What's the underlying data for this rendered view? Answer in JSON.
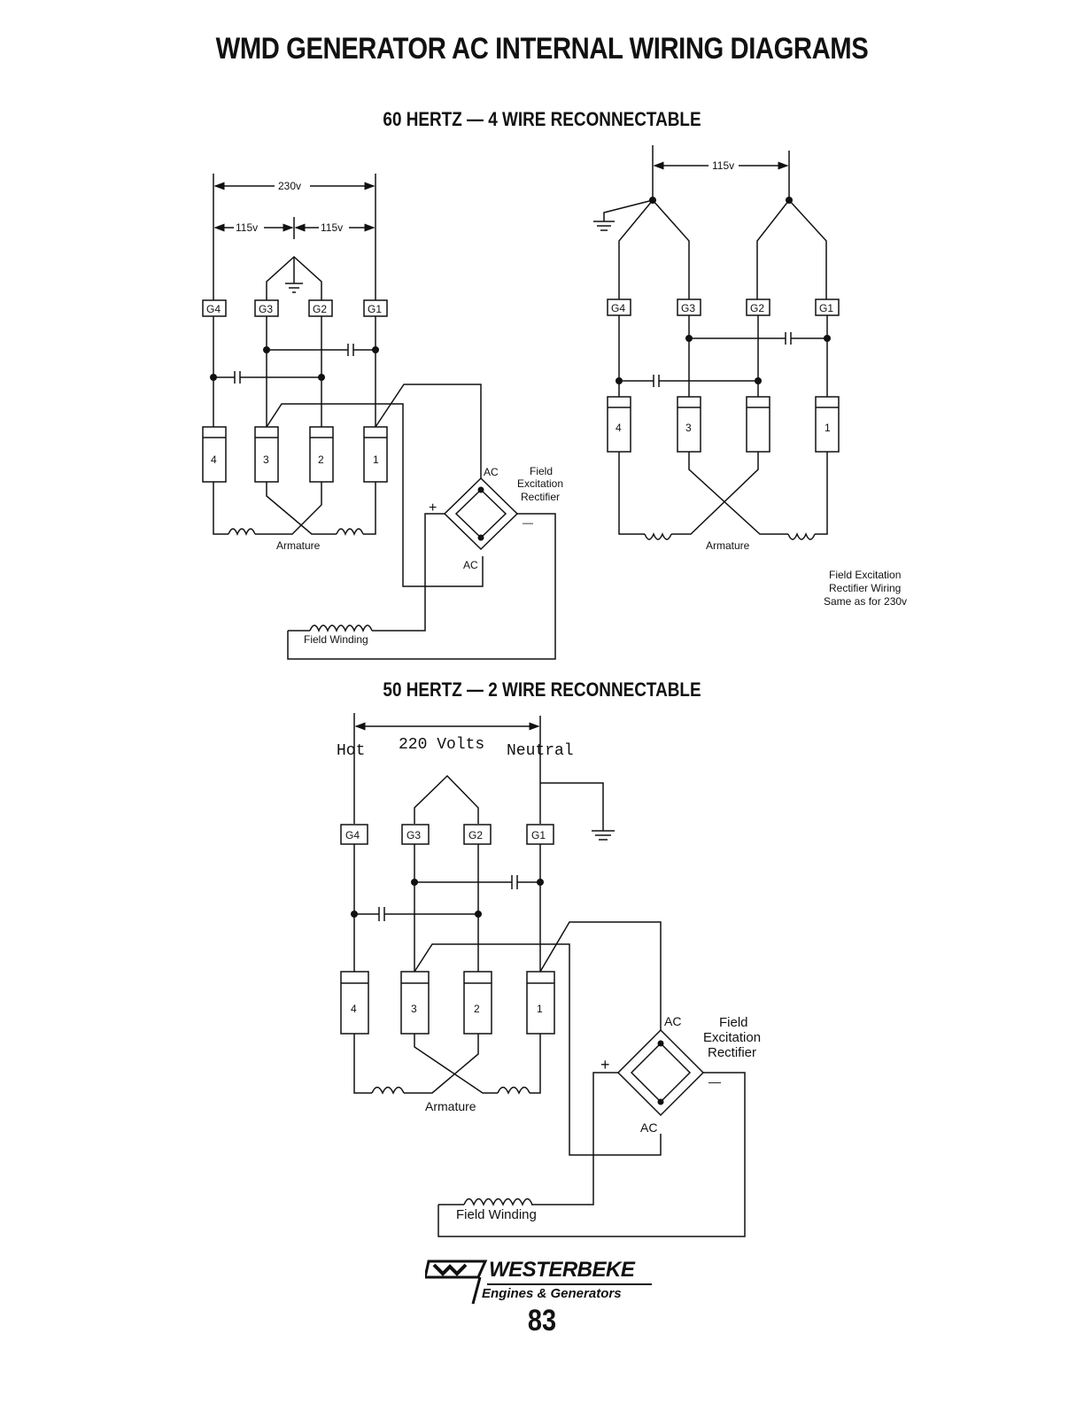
{
  "page_title": "WMD GENERATOR AC INTERNAL WIRING DIAGRAMS",
  "section_60hz": "60 HERTZ — 4 WIRE RECONNECTABLE",
  "section_50hz": "50 HERTZ — 2 WIRE RECONNECTABLE",
  "labels": {
    "v230": "230v",
    "v115": "115v",
    "g4": "G4",
    "g3": "G3",
    "g2": "G2",
    "g1": "G1",
    "c4": "4",
    "c3": "3",
    "c2": "2",
    "c1": "1",
    "armature": "Armature",
    "ac": "AC",
    "plus": "+",
    "minus": "—",
    "rect1": "Field",
    "rect2": "Excitation",
    "rect3": "Rectifier",
    "field_winding": "Field Winding",
    "note1": "Field Excitation",
    "note2": "Rectifier Wiring",
    "note3": "Same as for 230v",
    "hot": "Hot",
    "v220": "220 Volts",
    "neutral": "Neutral"
  },
  "logo": {
    "name": "WESTERBEKE",
    "tagline": "Engines & Generators"
  },
  "page_number": "83"
}
